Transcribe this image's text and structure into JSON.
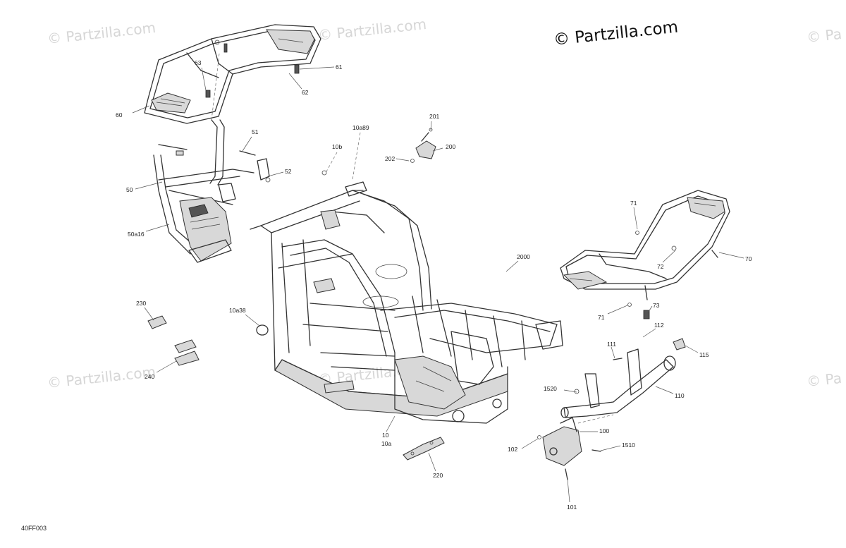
{
  "watermark": {
    "main_text": "© Partzilla.com",
    "faint_text": "© Partzilla.com",
    "edge_text": "© Pa"
  },
  "figure_id": "40FF003",
  "callouts": {
    "c63": "63",
    "c61": "61",
    "c62": "62",
    "c60": "60",
    "c51": "51",
    "c52": "52",
    "c50": "50",
    "c50a16": "50a16",
    "c201": "201",
    "c10a89": "10a89",
    "c200": "200",
    "c202": "202",
    "c10b": "10b",
    "c2000": "2000",
    "c71a": "71",
    "c72": "72",
    "c70": "70",
    "c73": "73",
    "c71b": "71",
    "c112": "112",
    "c111": "111",
    "c115": "115",
    "c1520": "1520",
    "c110": "110",
    "c100": "100",
    "c1510": "1510",
    "c102": "102",
    "c101": "101",
    "c230": "230",
    "c10a38": "10a38",
    "c240": "240",
    "c10": "10",
    "c10a": "10a",
    "c220": "220"
  },
  "icons": {
    "frame": "main-frame-drawing",
    "rear_rack": "rear-rack-drawing",
    "front_rack": "front-rack-drawing",
    "bumper": "front-bumper-drawing",
    "bracket": "bracket-drawing"
  }
}
